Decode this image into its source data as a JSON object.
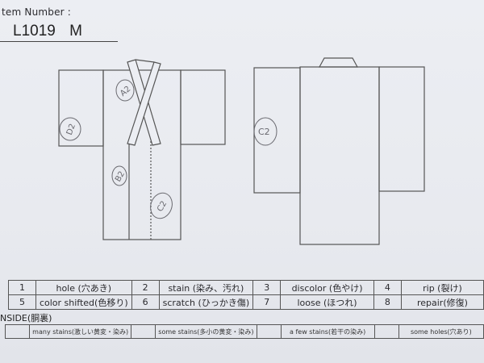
{
  "header": {
    "item_label": "tem Number :",
    "item_number": "L1019 M"
  },
  "diagram": {
    "front_view": {
      "marks": [
        {
          "label": "A2",
          "location": "front collar upper left"
        },
        {
          "label": "D2",
          "location": "left sleeve"
        },
        {
          "label": "B2",
          "location": "front left panel"
        },
        {
          "label": "C2",
          "location": "front right panel lower"
        }
      ]
    },
    "back_view": {
      "marks": [
        {
          "label": "C2",
          "location": "back left sleeve"
        }
      ]
    }
  },
  "legend": {
    "rows": [
      [
        {
          "num": "1",
          "label": "hole (穴あき)"
        },
        {
          "num": "2",
          "label": "stain (染み、汚れ)"
        },
        {
          "num": "3",
          "label": "discolor (色やけ)"
        },
        {
          "num": "4",
          "label": "rip (裂け)"
        }
      ],
      [
        {
          "num": "5",
          "label": "color shifted(色移り)"
        },
        {
          "num": "6",
          "label": "scratch (ひっかき傷)"
        },
        {
          "num": "7",
          "label": "loose (ほつれ)"
        },
        {
          "num": "8",
          "label": "repair(修復)"
        }
      ]
    ]
  },
  "inside": {
    "label": "NSIDE(胴裏)",
    "options": [
      {
        "label": "many stains(激しい黄変・染み)"
      },
      {
        "label": "some stains(多小の黄変・染み)"
      },
      {
        "label": "a few stains(若干の染み)"
      },
      {
        "label": "some holes(穴あり)"
      }
    ]
  },
  "colors": {
    "paper": "#eceef3",
    "line": "#555555",
    "pencil": "#666666"
  }
}
